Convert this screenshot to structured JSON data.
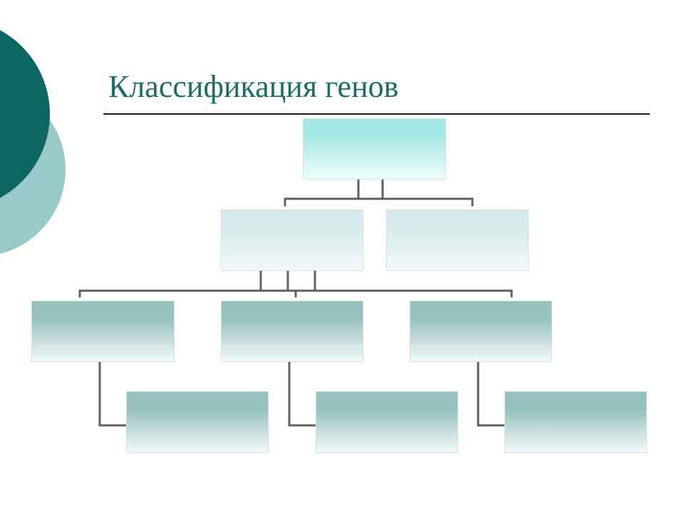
{
  "title": "Классификация генов",
  "colors": {
    "title_text": "#1f6b67",
    "circle_dark": "#0e6663",
    "circle_light": "#99c9c9",
    "connector": "#606060",
    "rule": "#1a1a1a",
    "fill_root_top": "#a6e8e6",
    "fill_root_bottom": "#eefcfb",
    "fill_level2_top": "#d6eaeb",
    "fill_level2_bottom": "#f2fafa",
    "fill_level3_top": "#96c0be",
    "fill_level3_bottom": "#f3f9f9"
  },
  "diagram": {
    "type": "hierarchy",
    "nodes": [
      {
        "id": "root",
        "level": 1,
        "label": "",
        "parent": null
      },
      {
        "id": "l2a",
        "level": 2,
        "label": "",
        "parent": "root"
      },
      {
        "id": "l2b",
        "level": 2,
        "label": "",
        "parent": "root"
      },
      {
        "id": "l3a",
        "level": 3,
        "label": "",
        "parent": "l2a"
      },
      {
        "id": "l3b",
        "level": 3,
        "label": "",
        "parent": "l2a"
      },
      {
        "id": "l3c",
        "level": 3,
        "label": "",
        "parent": "l2a"
      },
      {
        "id": "l4a",
        "level": 4,
        "label": "",
        "parent": "l3a"
      },
      {
        "id": "l4b",
        "level": 4,
        "label": "",
        "parent": "l3b"
      },
      {
        "id": "l4c",
        "level": 4,
        "label": "",
        "parent": "l3c"
      }
    ]
  }
}
